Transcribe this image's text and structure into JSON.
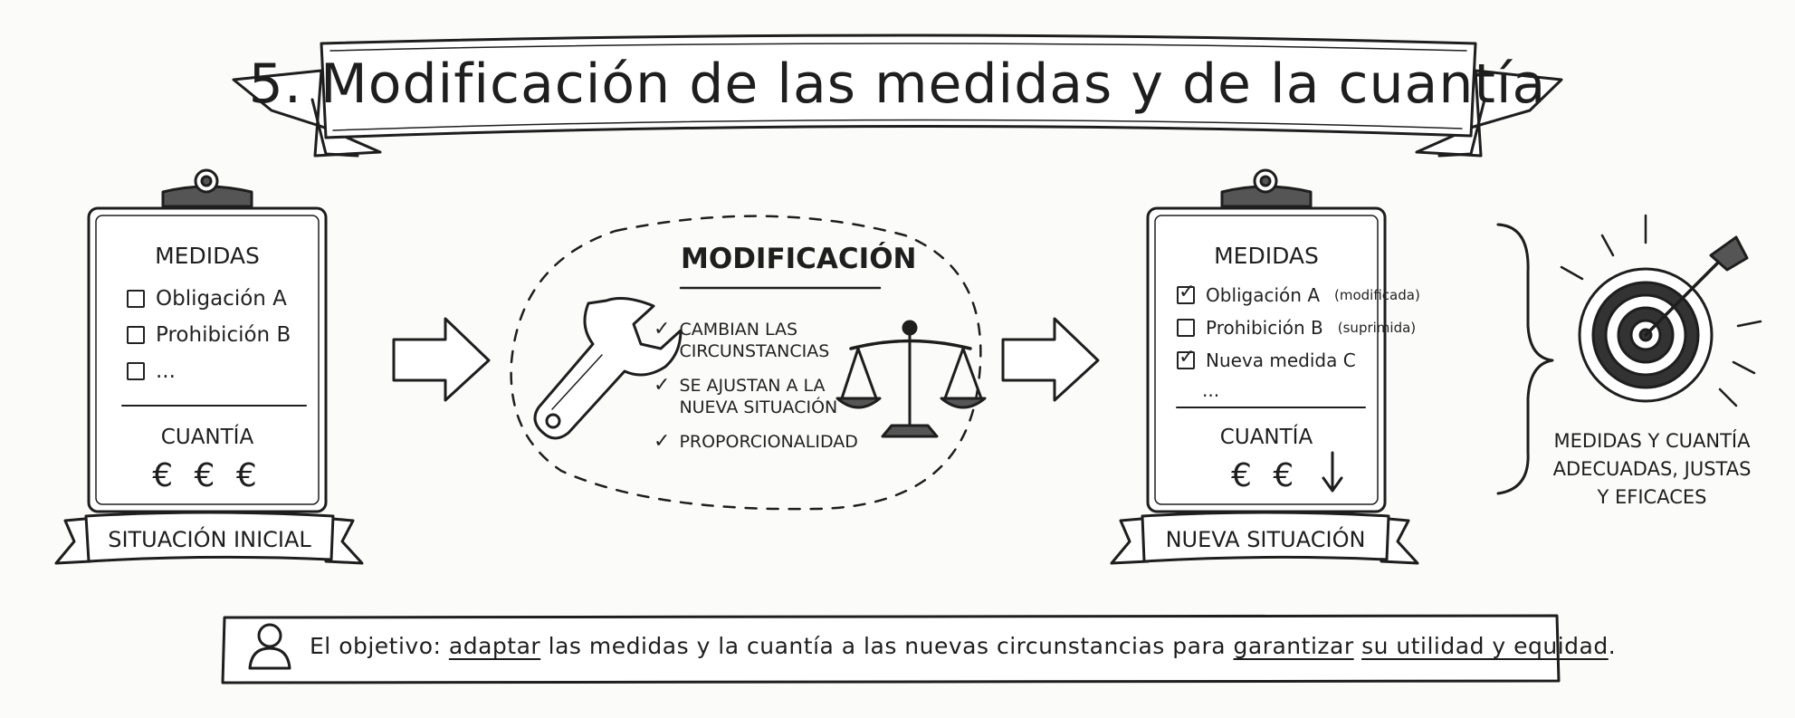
{
  "title": "5. Modificación de las medidas y de la cuantía",
  "initial": {
    "heading": "MEDIDAS",
    "items": [
      "Obligación A",
      "Prohibición B",
      "..."
    ],
    "amount_label": "CUANTÍA",
    "amount_value": "€ € €",
    "banner": "SITUACIÓN INICIAL"
  },
  "modification": {
    "heading": "MODIFICACIÓN",
    "points": [
      {
        "line1": "CAMBIAN LAS",
        "line2": "CIRCUNSTANCIAS"
      },
      {
        "line1": "SE AJUSTAN A LA",
        "line2": "NUEVA SITUACIÓN"
      },
      {
        "line1": "PROPORCIONALIDAD",
        "line2": ""
      }
    ]
  },
  "new": {
    "heading": "MEDIDAS",
    "items": [
      {
        "label": "Obligación A",
        "note": "(modificada)",
        "checked": true
      },
      {
        "label": "Prohibición B",
        "note": "(suprimida)",
        "checked": false
      },
      {
        "label": "Nueva medida C",
        "note": "",
        "checked": true
      }
    ],
    "ellipsis": "...",
    "amount_label": "CUANTÍA",
    "amount_value": "€ €",
    "banner": "NUEVA SITUACIÓN"
  },
  "result": {
    "line1": "MEDIDAS Y CUANTÍA",
    "line2": "ADECUADAS, JUSTAS",
    "line3": "Y EFICACES"
  },
  "goal": {
    "prefix": "El objetivo: ",
    "w1": "adaptar",
    "mid": " las medidas y la cuantía a las nuevas circunstancias para ",
    "w2": "garantizar",
    "w3": "su utilidad y equidad",
    "end": "."
  },
  "icons": [
    "wrench-icon",
    "scale-icon",
    "target-icon",
    "person-icon",
    "arrow-down-icon",
    "clipboard-icon"
  ]
}
